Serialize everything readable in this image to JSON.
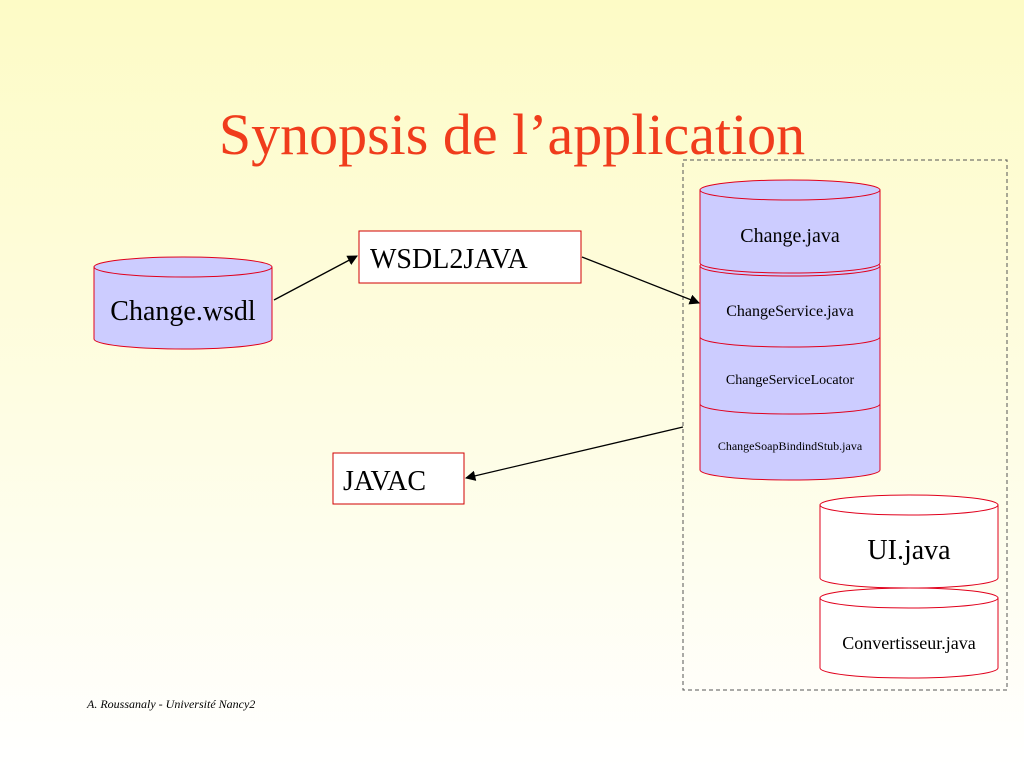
{
  "slide": {
    "title": "Synopsis de l’application",
    "footer": "A. Roussanaly - Université Nancy2"
  },
  "diagram": {
    "source": {
      "label": "Change.wsdl"
    },
    "tools": {
      "wsdl2java": "WSDL2JAVA",
      "javac": "JAVAC"
    },
    "generated": [
      {
        "label": "Change.java"
      },
      {
        "label": "ChangeService.java"
      },
      {
        "label": "ChangeServiceLocator"
      },
      {
        "label": "ChangeSoapBindindStub.java"
      }
    ],
    "user_files": [
      {
        "label": "UI.java"
      },
      {
        "label": "Convertisseur.java"
      }
    ]
  },
  "colors": {
    "title": "#f03c1c",
    "cylinder_fill": "#ccccff",
    "cylinder_stroke": "#e0001c",
    "white_cylinder_fill": "#ffffff",
    "box_stroke": "#d00000",
    "arrow": "#000000"
  }
}
